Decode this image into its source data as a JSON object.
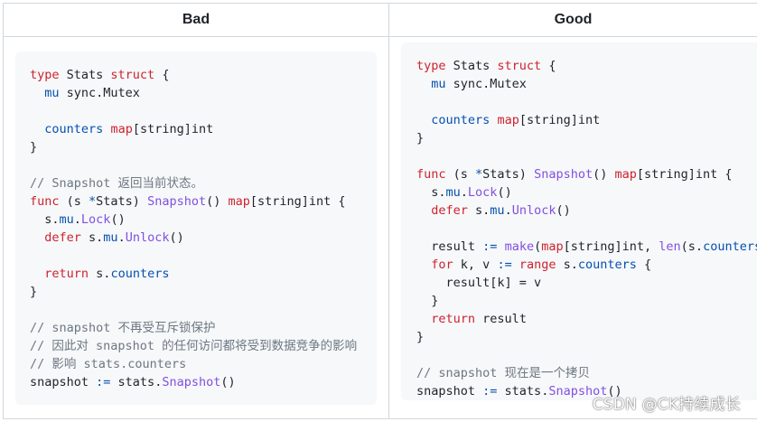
{
  "table": {
    "header_bad": "Bad",
    "header_good": "Good"
  },
  "bad_code": [
    [
      {
        "t": "type",
        "c": "kw"
      },
      {
        "t": " Stats "
      },
      {
        "t": "struct",
        "c": "kw"
      },
      {
        "t": " {"
      }
    ],
    [
      {
        "t": "  "
      },
      {
        "t": "mu",
        "c": "fld"
      },
      {
        "t": " sync.Mutex"
      }
    ],
    [],
    [
      {
        "t": "  "
      },
      {
        "t": "counters",
        "c": "fld"
      },
      {
        "t": " "
      },
      {
        "t": "map",
        "c": "kw"
      },
      {
        "t": "[string]int"
      }
    ],
    [
      {
        "t": "}"
      }
    ],
    [],
    [
      {
        "t": "// Snapshot 返回当前状态。",
        "c": "cmt"
      }
    ],
    [
      {
        "t": "func",
        "c": "kw"
      },
      {
        "t": " (s "
      },
      {
        "t": "*",
        "c": "fld"
      },
      {
        "t": "Stats) "
      },
      {
        "t": "Snapshot",
        "c": "fn"
      },
      {
        "t": "() "
      },
      {
        "t": "map",
        "c": "kw"
      },
      {
        "t": "[string]int {"
      }
    ],
    [
      {
        "t": "  s."
      },
      {
        "t": "mu",
        "c": "fld"
      },
      {
        "t": "."
      },
      {
        "t": "Lock",
        "c": "fn"
      },
      {
        "t": "()"
      }
    ],
    [
      {
        "t": "  "
      },
      {
        "t": "defer",
        "c": "kw"
      },
      {
        "t": " s."
      },
      {
        "t": "mu",
        "c": "fld"
      },
      {
        "t": "."
      },
      {
        "t": "Unlock",
        "c": "fn"
      },
      {
        "t": "()"
      }
    ],
    [],
    [
      {
        "t": "  "
      },
      {
        "t": "return",
        "c": "kw"
      },
      {
        "t": " s."
      },
      {
        "t": "counters",
        "c": "fld"
      }
    ],
    [
      {
        "t": "}"
      }
    ],
    [],
    [
      {
        "t": "// snapshot 不再受互斥锁保护",
        "c": "cmt"
      }
    ],
    [
      {
        "t": "// 因此对 snapshot 的任何访问都将受到数据竞争的影响",
        "c": "cmt"
      }
    ],
    [
      {
        "t": "// 影响 stats.counters",
        "c": "cmt"
      }
    ],
    [
      {
        "t": "snapshot "
      },
      {
        "t": ":=",
        "c": "fld"
      },
      {
        "t": " stats."
      },
      {
        "t": "Snapshot",
        "c": "fn"
      },
      {
        "t": "()"
      }
    ]
  ],
  "good_code": [
    [
      {
        "t": "type",
        "c": "kw"
      },
      {
        "t": " Stats "
      },
      {
        "t": "struct",
        "c": "kw"
      },
      {
        "t": " {"
      }
    ],
    [
      {
        "t": "  "
      },
      {
        "t": "mu",
        "c": "fld"
      },
      {
        "t": " sync.Mutex"
      }
    ],
    [],
    [
      {
        "t": "  "
      },
      {
        "t": "counters",
        "c": "fld"
      },
      {
        "t": " "
      },
      {
        "t": "map",
        "c": "kw"
      },
      {
        "t": "[string]int"
      }
    ],
    [
      {
        "t": "}"
      }
    ],
    [],
    [
      {
        "t": "func",
        "c": "kw"
      },
      {
        "t": " (s "
      },
      {
        "t": "*",
        "c": "fld"
      },
      {
        "t": "Stats) "
      },
      {
        "t": "Snapshot",
        "c": "fn"
      },
      {
        "t": "() "
      },
      {
        "t": "map",
        "c": "kw"
      },
      {
        "t": "[string]int {"
      }
    ],
    [
      {
        "t": "  s."
      },
      {
        "t": "mu",
        "c": "fld"
      },
      {
        "t": "."
      },
      {
        "t": "Lock",
        "c": "fn"
      },
      {
        "t": "()"
      }
    ],
    [
      {
        "t": "  "
      },
      {
        "t": "defer",
        "c": "kw"
      },
      {
        "t": " s."
      },
      {
        "t": "mu",
        "c": "fld"
      },
      {
        "t": "."
      },
      {
        "t": "Unlock",
        "c": "fn"
      },
      {
        "t": "()"
      }
    ],
    [],
    [
      {
        "t": "  result "
      },
      {
        "t": ":=",
        "c": "fld"
      },
      {
        "t": " "
      },
      {
        "t": "make",
        "c": "fn"
      },
      {
        "t": "("
      },
      {
        "t": "map",
        "c": "kw"
      },
      {
        "t": "[string]int, "
      },
      {
        "t": "len",
        "c": "fn"
      },
      {
        "t": "(s."
      },
      {
        "t": "counters",
        "c": "fld"
      },
      {
        "t": "))"
      }
    ],
    [
      {
        "t": "  "
      },
      {
        "t": "for",
        "c": "kw"
      },
      {
        "t": " k, v "
      },
      {
        "t": ":=",
        "c": "fld"
      },
      {
        "t": " "
      },
      {
        "t": "range",
        "c": "kw"
      },
      {
        "t": " s."
      },
      {
        "t": "counters",
        "c": "fld"
      },
      {
        "t": " {"
      }
    ],
    [
      {
        "t": "    result[k] = v"
      }
    ],
    [
      {
        "t": "  }"
      }
    ],
    [
      {
        "t": "  "
      },
      {
        "t": "return",
        "c": "kw"
      },
      {
        "t": " result"
      }
    ],
    [
      {
        "t": "}"
      }
    ],
    [],
    [
      {
        "t": "// snapshot 现在是一个拷贝",
        "c": "cmt"
      }
    ],
    [
      {
        "t": "snapshot "
      },
      {
        "t": ":=",
        "c": "fld"
      },
      {
        "t": " stats."
      },
      {
        "t": "Snapshot",
        "c": "fn"
      },
      {
        "t": "()"
      }
    ]
  ],
  "colors": {
    "keyword": "#cf222e",
    "field": "#0550ae",
    "function": "#8250df",
    "comment": "#6e7781",
    "code_bg": "#f6f8fa",
    "border": "#d0d7de"
  },
  "watermark": "CSDN @CK持续成长"
}
